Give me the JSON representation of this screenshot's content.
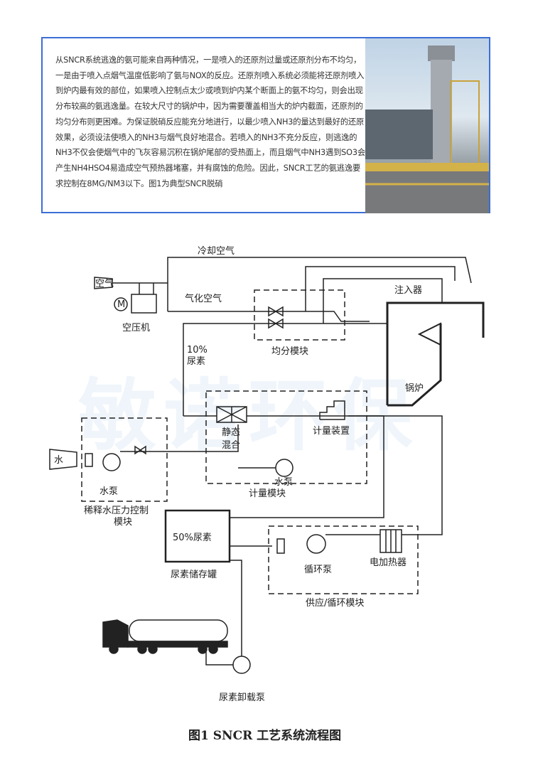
{
  "intro": {
    "paragraph": "从SNCR系统逃逸的氨可能来自两种情况，一是喷入的还原剂过量或还原剂分布不均匀，一是由于喷入点烟气温度低影响了氨与NOX的反应。还原剂喷入系统必须能将还原剂喷入到炉内最有效的部位，如果喷入控制点太少或喷到炉内某个断面上的氨不均匀，则会出现分布较高的氨逃逸量。在较大尺寸的锅炉中，因为需要覆盖相当大的炉内截面，还原剂的均匀分布则更困难。为保证脱硝反应能充分地进行，以最少喷入NH3的量达到最好的还原效果，必须设法使喷入的NH3与烟气良好地混合。若喷入的NH3不充分反应，则逃逸的NH3不仅会使烟气中的飞灰容易沉积在锅炉尾部的受热面上，而且烟气中NH3遇到SO3会产生NH4HSO4易造成空气预热器堵塞，并有腐蚀的危险。因此，SNCR工艺的氨逃逸要求控制在8MG/NM3以下。图1为典型SNCR脱硝",
    "border_color": "#3b6fd6"
  },
  "watermark": "敏诺环保",
  "diagram": {
    "cooling_air": "冷却空气",
    "air": "空气",
    "motor": "M",
    "compressor": "空压机",
    "atomizing_air": "气化空气",
    "distribution_module": "均分模块",
    "injector": "注入器",
    "boiler": "锅炉",
    "urea_10_pct": "10%",
    "urea_10_label": "尿素",
    "static_mixer_1": "静态",
    "static_mixer_2": "混合",
    "metering_device": "计量装置",
    "water_pump_metering": "水泵",
    "metering_module": "计量模块",
    "water": "水",
    "water_pump_dilution": "水泵",
    "dilution_module_1": "稀释水压力控制",
    "dilution_module_2": "模块",
    "urea_50": "50%尿素",
    "urea_tank": "尿素储存罐",
    "circulation_pump": "循环泵",
    "electric_heater": "电加热器",
    "supply_module": "供应/循环模块",
    "unload_pump": "尿素卸载泵",
    "caption": "图1  SNCR 工艺系统流程图"
  }
}
